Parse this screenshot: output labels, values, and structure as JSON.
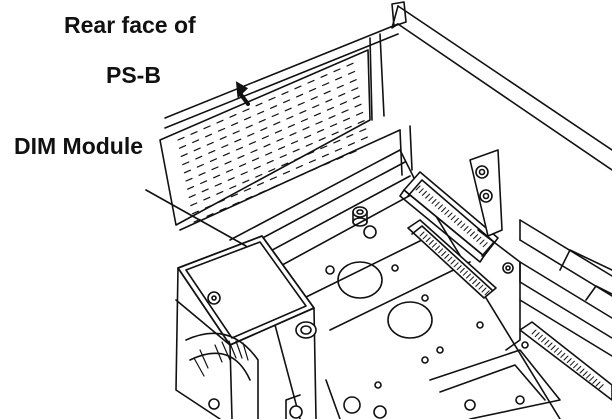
{
  "figure": {
    "labels": {
      "rear_face_line1": "Rear face of",
      "rear_face_line2": "PS-B",
      "dim_module": "DIM Module"
    },
    "colors": {
      "line": "#111111",
      "background": "#ffffff",
      "shade": "#dcdcdc"
    }
  }
}
